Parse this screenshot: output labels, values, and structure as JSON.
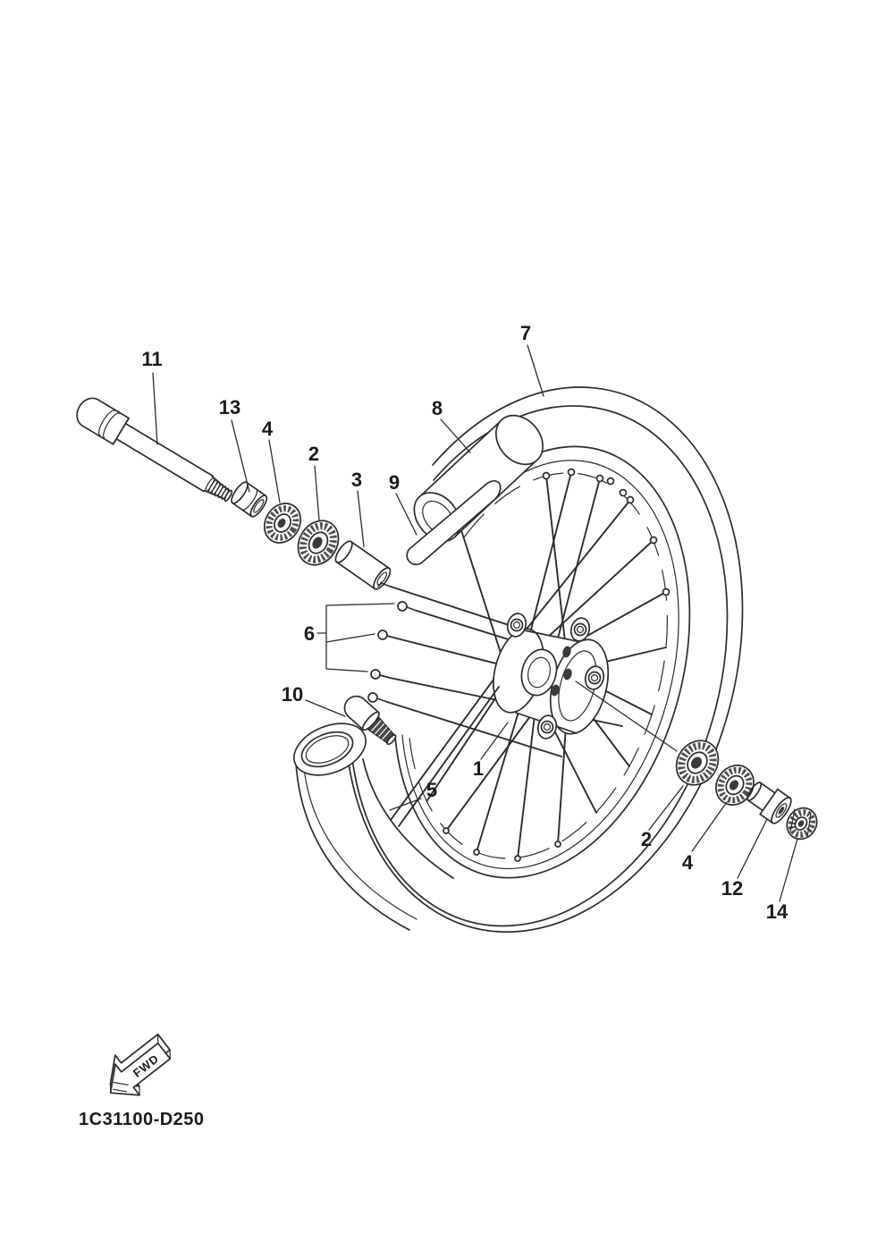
{
  "diagram": {
    "part_code": "1C31100-D250",
    "fwd_label": "FWD",
    "colors": {
      "line": "#2d2d2d",
      "background": "#ffffff"
    },
    "callouts": [
      {
        "ref": "11"
      },
      {
        "ref": "13"
      },
      {
        "ref": "4"
      },
      {
        "ref": "2"
      },
      {
        "ref": "3"
      },
      {
        "ref": "9"
      },
      {
        "ref": "8"
      },
      {
        "ref": "7"
      },
      {
        "ref": "6"
      },
      {
        "ref": "10"
      },
      {
        "ref": "1"
      },
      {
        "ref": "5"
      },
      {
        "ref": "2"
      },
      {
        "ref": "4"
      },
      {
        "ref": "12"
      },
      {
        "ref": "14"
      }
    ]
  }
}
